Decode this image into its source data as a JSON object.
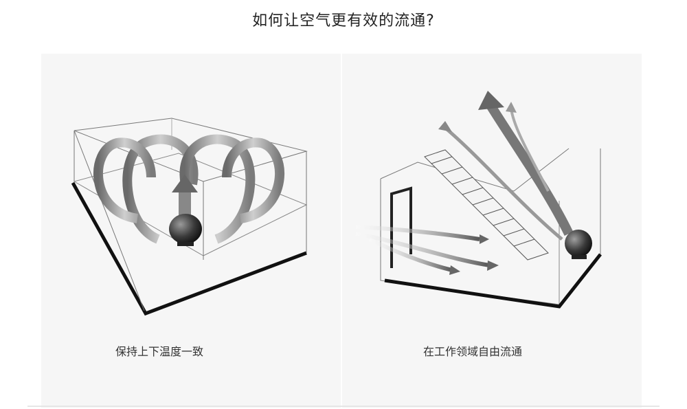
{
  "title": "如何让空气更有效的流通?",
  "panels": [
    {
      "caption": "保持上下温度一致",
      "icon": "room-vertical-circulation-illustration"
    },
    {
      "caption": "在工作领域自由流通",
      "icon": "room-stairway-airflow-illustration"
    }
  ]
}
